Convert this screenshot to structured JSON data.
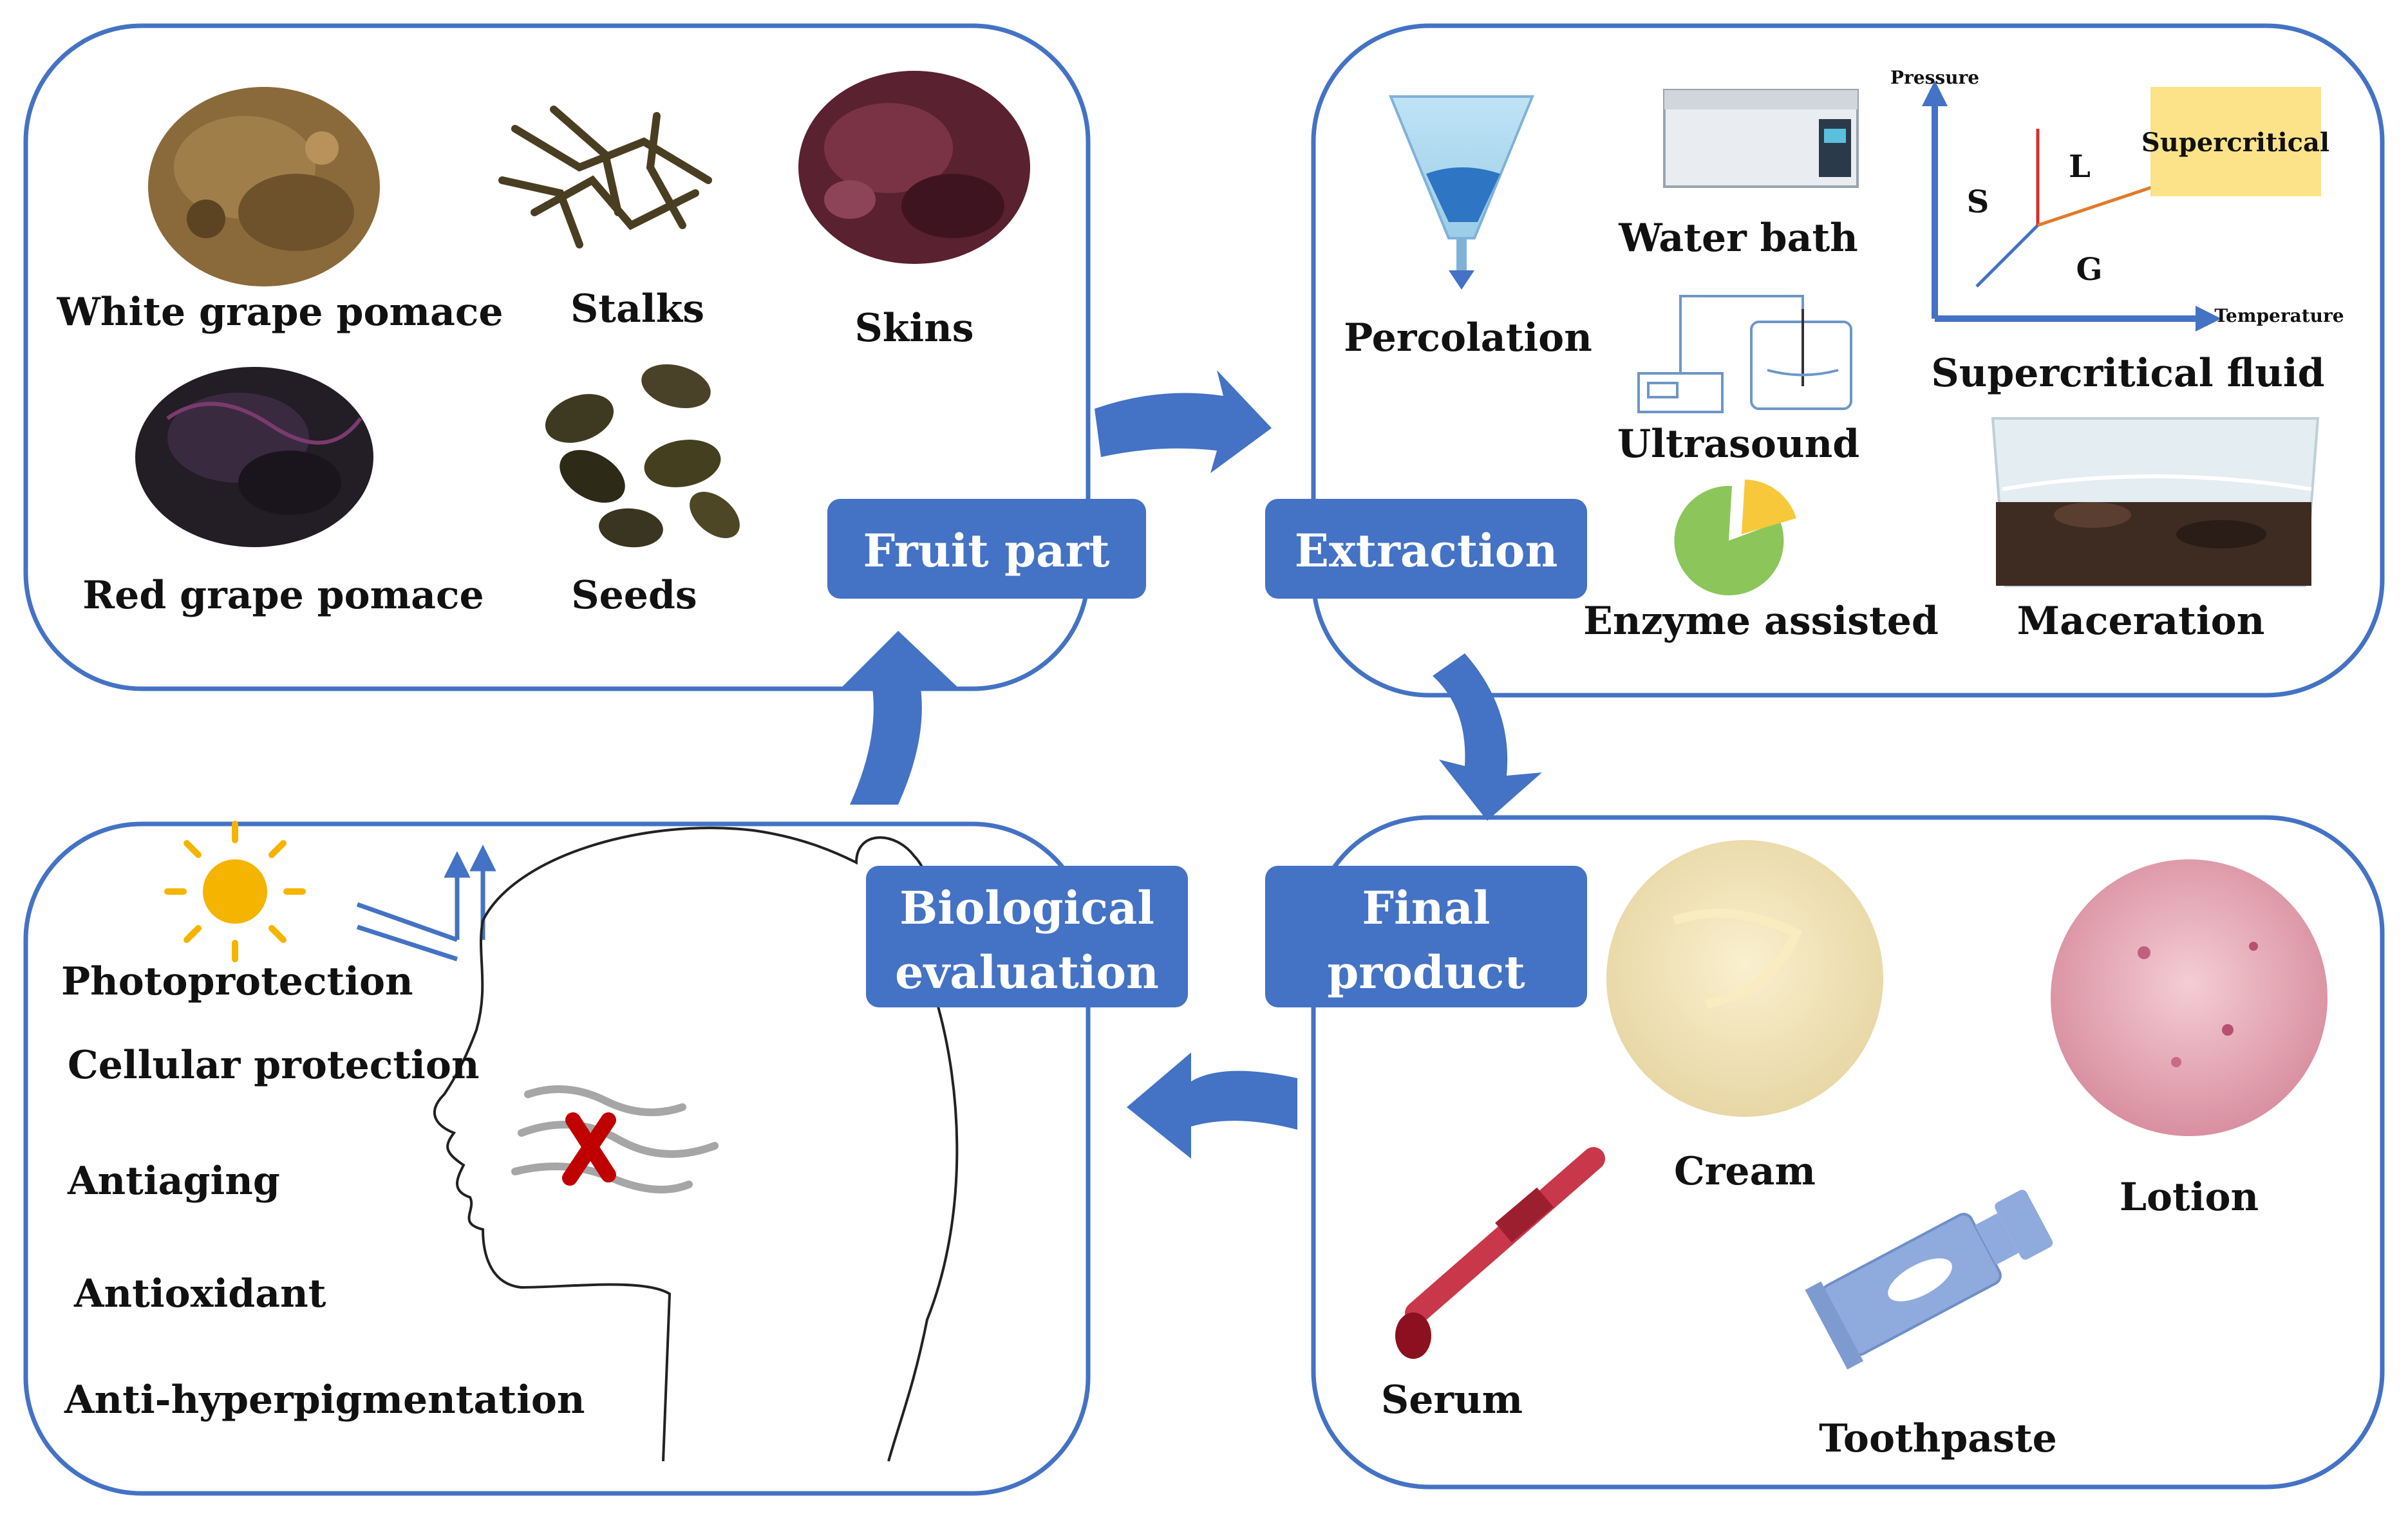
{
  "colors": {
    "panel_border": "#4472C4",
    "button_fill": "#4472C4",
    "arrow_fill": "#4472C4",
    "supercritical_box": "#FCE38A",
    "cross_mark": "#C00000",
    "sun": "#F5B400"
  },
  "panels": {
    "fruit_part": {
      "button": "Fruit part",
      "items": [
        "White grape pomace",
        "Stalks",
        "Skins",
        "Red grape pomace",
        "Seeds"
      ]
    },
    "extraction": {
      "button": "Extraction",
      "items": [
        "Percolation",
        "Water bath",
        "Ultrasound",
        "Enzyme  assisted",
        "Supercritical fluid",
        "Maceration"
      ],
      "phase_diagram": {
        "y_axis": "Pressure",
        "x_axis": "Temperature",
        "regions": [
          "S",
          "L",
          "G"
        ],
        "box": "Supercritical"
      }
    },
    "final_product": {
      "button_lines": [
        "Final",
        "product"
      ],
      "items": [
        "Cream",
        "Lotion",
        "Serum",
        "Toothpaste"
      ]
    },
    "biological_evaluation": {
      "button_lines": [
        "Biological",
        "evaluation"
      ],
      "items": [
        "Photoprotection",
        "Cellular  protection",
        "Antiaging",
        "Antioxidant",
        "Anti-hyperpigmentation"
      ]
    }
  },
  "icons": {
    "arrows": [
      "arrow-right-icon",
      "arrow-down-icon",
      "arrow-left-icon",
      "arrow-up-icon"
    ],
    "sun": "sun-icon",
    "cross": "cross-mark-icon",
    "head": "head-silhouette-icon"
  }
}
